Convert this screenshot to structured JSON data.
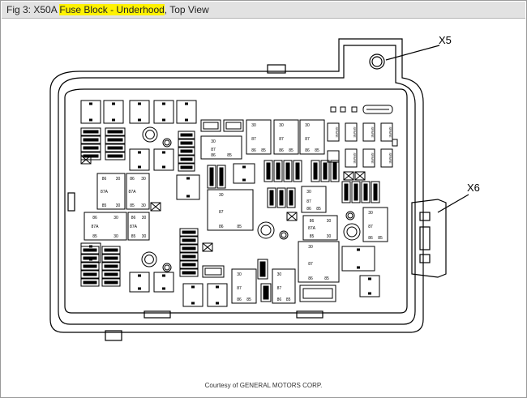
{
  "title": {
    "prefix": "Fig 3: X50A ",
    "highlight_1": "Fuse Block",
    "separator": " - ",
    "highlight_2": "Underhood",
    "suffix": ", Top View"
  },
  "callouts": {
    "x5": "X5",
    "x6": "X6"
  },
  "relay_labels": {
    "t30": "30",
    "t85": "85",
    "t86": "86",
    "t87": "87",
    "t87a": "87A"
  },
  "fuse_spare_label": "SPARE",
  "credit": "Courtesy of GENERAL MOTORS CORP.",
  "colors": {
    "highlight": "#fff200",
    "line": "#000000",
    "titlebar": "#e2e2e2"
  }
}
